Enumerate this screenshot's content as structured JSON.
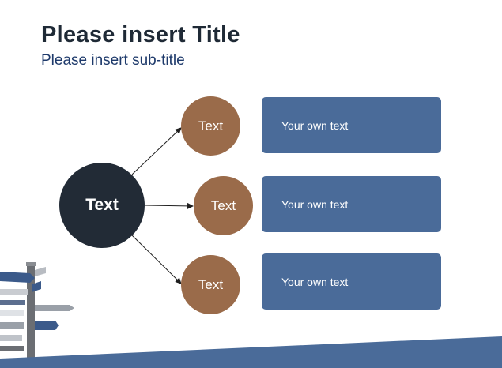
{
  "slide": {
    "title": "Please insert Title",
    "subtitle": "Please insert sub-title"
  },
  "diagram": {
    "center": {
      "label": "Text",
      "color": "#222b36"
    },
    "nodes": [
      {
        "label": "Text",
        "description": "Your own text"
      },
      {
        "label": "Text",
        "description": "Your own text"
      },
      {
        "label": "Text",
        "description": "Your own text"
      }
    ],
    "node_color": "#9a6b4a",
    "box_color": "#4a6b99"
  },
  "decor": {
    "signpost_icon": "signpost-icon",
    "footer_color": "#4a6b99"
  }
}
